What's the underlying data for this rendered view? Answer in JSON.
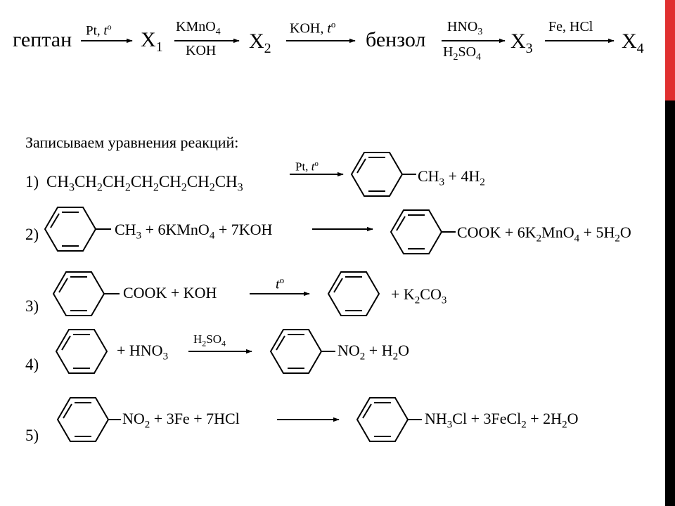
{
  "scheme": {
    "heptane": "гептан",
    "x1": "X1",
    "x2": "X2",
    "benzene": "бензол",
    "x3": "X3",
    "x4": "X4",
    "arrow1_top": "Pt, t°",
    "arrow2_top": "KMnO4",
    "arrow2_bottom": "KOH",
    "arrow3_top": "KOH, t°",
    "arrow4_top": "HNO3",
    "arrow4_bottom": "H2SO4",
    "arrow5_top": "Fe, HCl"
  },
  "heading": "Записываем уравнения реакций:",
  "reactions": [
    {
      "number": "1)",
      "reactants": "CH3CH2CH2CH2CH2CH2CH3",
      "condition": "Pt, t°",
      "products": "CH3 + 4H2"
    },
    {
      "number": "2)",
      "reactants": "CH3 + 6KMnO4 + 7KOH",
      "condition": "",
      "products": "COOK + 6K2MnO4 + 5H2O"
    },
    {
      "number": "3)",
      "reactants": "COOK + KOH",
      "condition": "t°",
      "products": "+ K2CO3"
    },
    {
      "number": "4)",
      "reactants": "+ HNO3",
      "condition": "H2SO4",
      "products": "NO2 + H2O"
    },
    {
      "number": "5)",
      "reactants": "NO2 + 3Fe + 7HCl",
      "condition": "",
      "products": "NH3Cl + 3FeCl2 + 2H2O"
    }
  ],
  "colors": {
    "accent_red": "#e03030",
    "accent_black": "#000000"
  }
}
